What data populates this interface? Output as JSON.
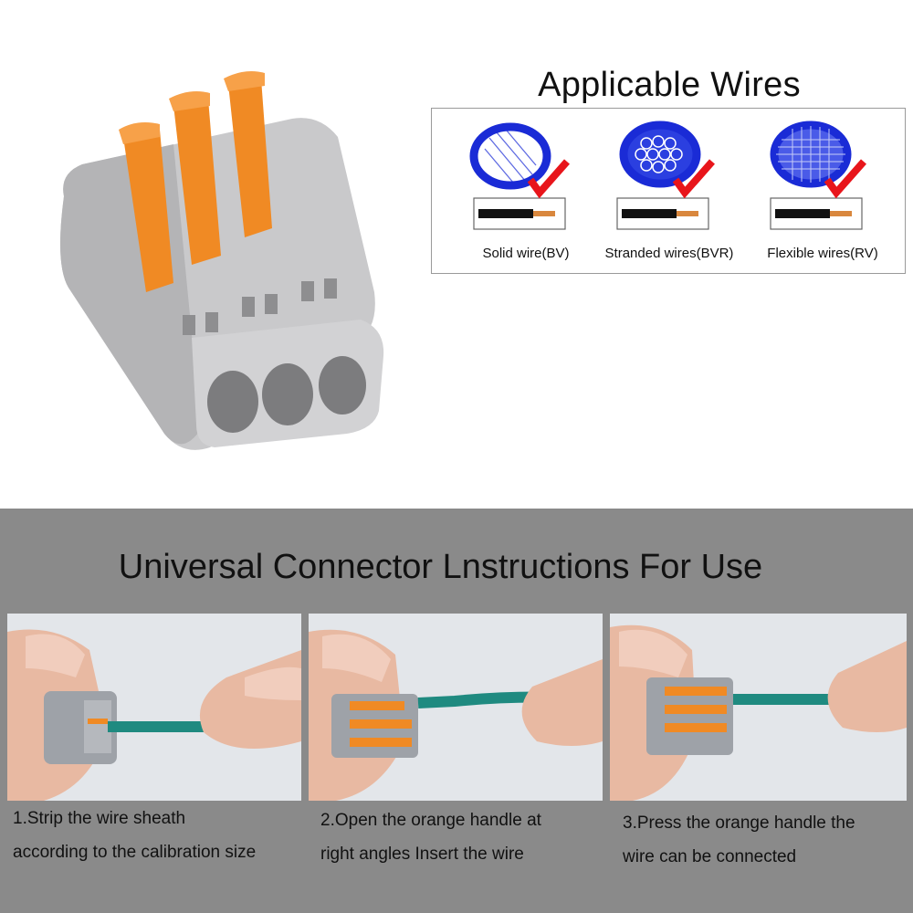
{
  "applicable_wires": {
    "title": "Applicable Wires",
    "types": [
      {
        "label": "Solid wire(BV)",
        "icon": "solid-wire-cross-section-icon"
      },
      {
        "label": "Stranded wires(BVR)",
        "icon": "stranded-wire-cross-section-icon"
      },
      {
        "label": "Flexible wires(RV)",
        "icon": "flexible-wire-cross-section-icon"
      }
    ]
  },
  "instructions": {
    "title": "Universal Connector Lnstructions For Use",
    "steps": [
      {
        "line1": "1.Strip the wire sheath",
        "line2": "according to the calibration size"
      },
      {
        "line1": "2.Open the orange handle at",
        "line2": "right angles Insert the wire"
      },
      {
        "line1": "3.Press the orange handle the",
        "line2": "wire can be connected"
      }
    ]
  },
  "colors": {
    "orange": "#f08a24",
    "connector_gray": "#b9b9bb",
    "ring_blue": "#1a2bd6",
    "check_red": "#e8151b",
    "panel_gray": "#8a8a8a",
    "wire_teal": "#1f8a80"
  }
}
